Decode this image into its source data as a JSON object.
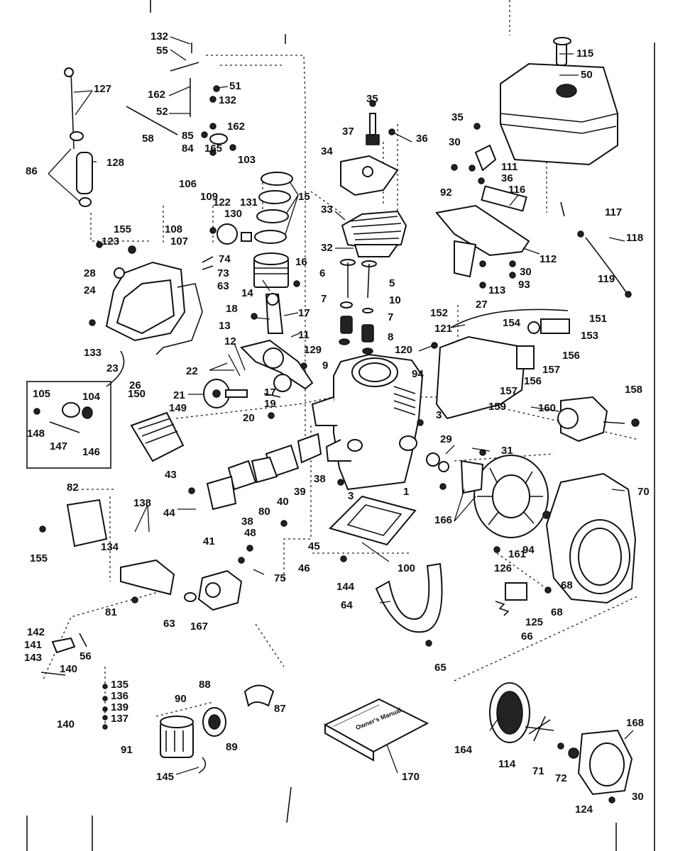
{
  "title": "",
  "labels": [
    {
      "id": "l132a",
      "text": "132"
    },
    {
      "id": "l55a",
      "text": "55"
    },
    {
      "id": "l127",
      "text": "127"
    },
    {
      "id": "l162a",
      "text": "162"
    },
    {
      "id": "l51",
      "text": "51"
    },
    {
      "id": "l132b",
      "text": "132"
    },
    {
      "id": "l52",
      "text": "52"
    },
    {
      "id": "l162b",
      "text": "162"
    },
    {
      "id": "l58",
      "text": "58"
    },
    {
      "id": "l85",
      "text": "85"
    },
    {
      "id": "l84",
      "text": "84"
    },
    {
      "id": "l165",
      "text": "165"
    },
    {
      "id": "l103",
      "text": "103"
    },
    {
      "id": "l86",
      "text": "86"
    },
    {
      "id": "l128",
      "text": "128"
    },
    {
      "id": "l35a",
      "text": "35"
    },
    {
      "id": "l37",
      "text": "37"
    },
    {
      "id": "l36a",
      "text": "36"
    },
    {
      "id": "l34",
      "text": "34"
    },
    {
      "id": "l115",
      "text": "115"
    },
    {
      "id": "l50",
      "text": "50"
    },
    {
      "id": "l35b",
      "text": "35"
    },
    {
      "id": "l30a",
      "text": "30"
    },
    {
      "id": "l111",
      "text": "111"
    },
    {
      "id": "l36b",
      "text": "36"
    },
    {
      "id": "l92",
      "text": "92"
    },
    {
      "id": "l116",
      "text": "116"
    },
    {
      "id": "l106",
      "text": "106"
    },
    {
      "id": "l109",
      "text": "109"
    },
    {
      "id": "l122",
      "text": "122"
    },
    {
      "id": "l131",
      "text": "131"
    },
    {
      "id": "l15",
      "text": "15"
    },
    {
      "id": "l130",
      "text": "130"
    },
    {
      "id": "l33",
      "text": "33"
    },
    {
      "id": "l155a",
      "text": "155"
    },
    {
      "id": "l108",
      "text": "108"
    },
    {
      "id": "l107",
      "text": "107"
    },
    {
      "id": "l117",
      "text": "117"
    },
    {
      "id": "l118",
      "text": "118"
    },
    {
      "id": "l123",
      "text": "123"
    },
    {
      "id": "l32",
      "text": "32"
    },
    {
      "id": "l74",
      "text": "74"
    },
    {
      "id": "l73",
      "text": "73"
    },
    {
      "id": "l63a",
      "text": "63"
    },
    {
      "id": "l16",
      "text": "16"
    },
    {
      "id": "l14",
      "text": "14"
    },
    {
      "id": "l28",
      "text": "28"
    },
    {
      "id": "l24",
      "text": "24"
    },
    {
      "id": "l6",
      "text": "6"
    },
    {
      "id": "l5",
      "text": "5"
    },
    {
      "id": "l10",
      "text": "10"
    },
    {
      "id": "l112",
      "text": "112"
    },
    {
      "id": "l30b",
      "text": "30"
    },
    {
      "id": "l93",
      "text": "93"
    },
    {
      "id": "l119",
      "text": "119"
    },
    {
      "id": "l113",
      "text": "113"
    },
    {
      "id": "l27",
      "text": "27"
    },
    {
      "id": "l7a",
      "text": "7"
    },
    {
      "id": "l7b",
      "text": "7"
    },
    {
      "id": "l18",
      "text": "18"
    },
    {
      "id": "l17a",
      "text": "17"
    },
    {
      "id": "l13",
      "text": "13"
    },
    {
      "id": "l11",
      "text": "11"
    },
    {
      "id": "l8",
      "text": "8"
    },
    {
      "id": "l152",
      "text": "152"
    },
    {
      "id": "l151",
      "text": "151"
    },
    {
      "id": "l121",
      "text": "121"
    },
    {
      "id": "l154",
      "text": "154"
    },
    {
      "id": "l153",
      "text": "153"
    },
    {
      "id": "l133",
      "text": "133"
    },
    {
      "id": "l12",
      "text": "12"
    },
    {
      "id": "l129",
      "text": "129"
    },
    {
      "id": "l9",
      "text": "9"
    },
    {
      "id": "l120",
      "text": "120"
    },
    {
      "id": "l156a",
      "text": "156"
    },
    {
      "id": "l23",
      "text": "23"
    },
    {
      "id": "l22",
      "text": "22"
    },
    {
      "id": "l157a",
      "text": "157"
    },
    {
      "id": "l94a",
      "text": "94"
    },
    {
      "id": "l26",
      "text": "26"
    },
    {
      "id": "l156b",
      "text": "156"
    },
    {
      "id": "l157b",
      "text": "157"
    },
    {
      "id": "l105",
      "text": "105"
    },
    {
      "id": "l104",
      "text": "104"
    },
    {
      "id": "l150",
      "text": "150"
    },
    {
      "id": "l21",
      "text": "21"
    },
    {
      "id": "l17b",
      "text": "17"
    },
    {
      "id": "l19",
      "text": "19"
    },
    {
      "id": "l158",
      "text": "158"
    },
    {
      "id": "l159",
      "text": "159"
    },
    {
      "id": "l160",
      "text": "160"
    },
    {
      "id": "l149",
      "text": "149"
    },
    {
      "id": "l20",
      "text": "20"
    },
    {
      "id": "l3a",
      "text": "3"
    },
    {
      "id": "l148",
      "text": "148"
    },
    {
      "id": "l147",
      "text": "147"
    },
    {
      "id": "l146",
      "text": "146"
    },
    {
      "id": "l29",
      "text": "29"
    },
    {
      "id": "l31",
      "text": "31"
    },
    {
      "id": "l43",
      "text": "43"
    },
    {
      "id": "l38a",
      "text": "38"
    },
    {
      "id": "l82",
      "text": "82"
    },
    {
      "id": "l39",
      "text": "39"
    },
    {
      "id": "l40",
      "text": "40"
    },
    {
      "id": "l70",
      "text": "70"
    },
    {
      "id": "l3b",
      "text": "3"
    },
    {
      "id": "l1",
      "text": "1"
    },
    {
      "id": "l138",
      "text": "138"
    },
    {
      "id": "l44",
      "text": "44"
    },
    {
      "id": "l38b",
      "text": "38"
    },
    {
      "id": "l166",
      "text": "166"
    },
    {
      "id": "l80",
      "text": "80"
    },
    {
      "id": "l41",
      "text": "41"
    },
    {
      "id": "l48",
      "text": "48"
    },
    {
      "id": "l45",
      "text": "45"
    },
    {
      "id": "l94b",
      "text": "94"
    },
    {
      "id": "l155b",
      "text": "155"
    },
    {
      "id": "l134",
      "text": "134"
    },
    {
      "id": "l46",
      "text": "46"
    },
    {
      "id": "l100",
      "text": "100"
    },
    {
      "id": "l161",
      "text": "161"
    },
    {
      "id": "l75",
      "text": "75"
    },
    {
      "id": "l126",
      "text": "126"
    },
    {
      "id": "l144",
      "text": "144"
    },
    {
      "id": "l68a",
      "text": "68"
    },
    {
      "id": "l68b",
      "text": "68"
    },
    {
      "id": "l81",
      "text": "81"
    },
    {
      "id": "l64",
      "text": "64"
    },
    {
      "id": "l63b",
      "text": "63"
    },
    {
      "id": "l167",
      "text": "167"
    },
    {
      "id": "l125",
      "text": "125"
    },
    {
      "id": "l66",
      "text": "66"
    },
    {
      "id": "l142",
      "text": "142"
    },
    {
      "id": "l56",
      "text": "56"
    },
    {
      "id": "l141",
      "text": "141"
    },
    {
      "id": "l143",
      "text": "143"
    },
    {
      "id": "l140a",
      "text": "140"
    },
    {
      "id": "l65",
      "text": "65"
    },
    {
      "id": "l135",
      "text": "135"
    },
    {
      "id": "l136",
      "text": "136"
    },
    {
      "id": "l88",
      "text": "88"
    },
    {
      "id": "l90",
      "text": "90"
    },
    {
      "id": "l139",
      "text": "139"
    },
    {
      "id": "l87",
      "text": "87"
    },
    {
      "id": "l137",
      "text": "137"
    },
    {
      "id": "l140b",
      "text": "140"
    },
    {
      "id": "l168",
      "text": "168"
    },
    {
      "id": "l89",
      "text": "89"
    },
    {
      "id": "l91",
      "text": "91"
    },
    {
      "id": "l164",
      "text": "164"
    },
    {
      "id": "l114",
      "text": "114"
    },
    {
      "id": "l71",
      "text": "71"
    },
    {
      "id": "l72",
      "text": "72"
    },
    {
      "id": "l170",
      "text": "170"
    },
    {
      "id": "l145",
      "text": "145"
    },
    {
      "id": "l30c",
      "text": "30"
    },
    {
      "id": "l124",
      "text": "124"
    }
  ],
  "manual_text": "Owner's Manual"
}
